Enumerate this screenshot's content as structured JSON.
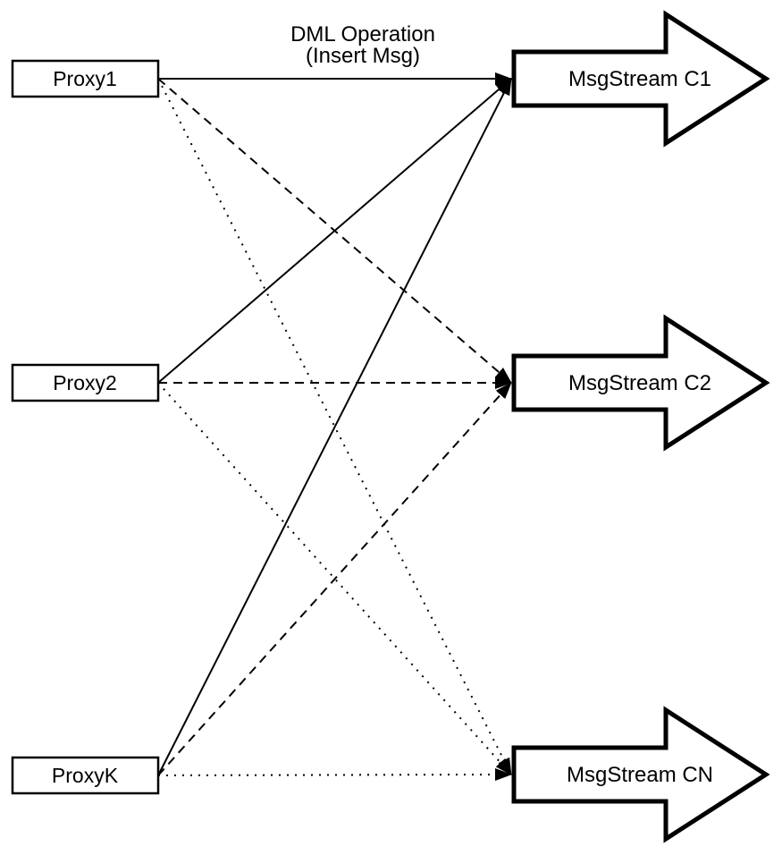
{
  "diagram": {
    "background_color": "#ffffff",
    "stroke_color": "#000000",
    "text_color": "#000000",
    "edge_label": {
      "line1": "DML Operation",
      "line2": "(Insert Msg)"
    },
    "proxies": [
      {
        "label": "Proxy1"
      },
      {
        "label": "Proxy2"
      },
      {
        "label": "ProxyK"
      }
    ],
    "streams": [
      {
        "label": "MsgStream C1"
      },
      {
        "label": "MsgStream C2"
      },
      {
        "label": "MsgStream CN"
      }
    ],
    "edges": [
      {
        "from": "Proxy1",
        "to": "MsgStream C1",
        "style": "solid",
        "label": "DML Operation (Insert Msg)"
      },
      {
        "from": "Proxy1",
        "to": "MsgStream C2",
        "style": "dashed"
      },
      {
        "from": "Proxy1",
        "to": "MsgStream CN",
        "style": "dotted"
      },
      {
        "from": "Proxy2",
        "to": "MsgStream C1",
        "style": "solid"
      },
      {
        "from": "Proxy2",
        "to": "MsgStream C2",
        "style": "dashed"
      },
      {
        "from": "Proxy2",
        "to": "MsgStream CN",
        "style": "dotted"
      },
      {
        "from": "ProxyK",
        "to": "MsgStream C1",
        "style": "solid"
      },
      {
        "from": "ProxyK",
        "to": "MsgStream C2",
        "style": "dashed"
      },
      {
        "from": "ProxyK",
        "to": "MsgStream CN",
        "style": "dotted"
      }
    ]
  }
}
